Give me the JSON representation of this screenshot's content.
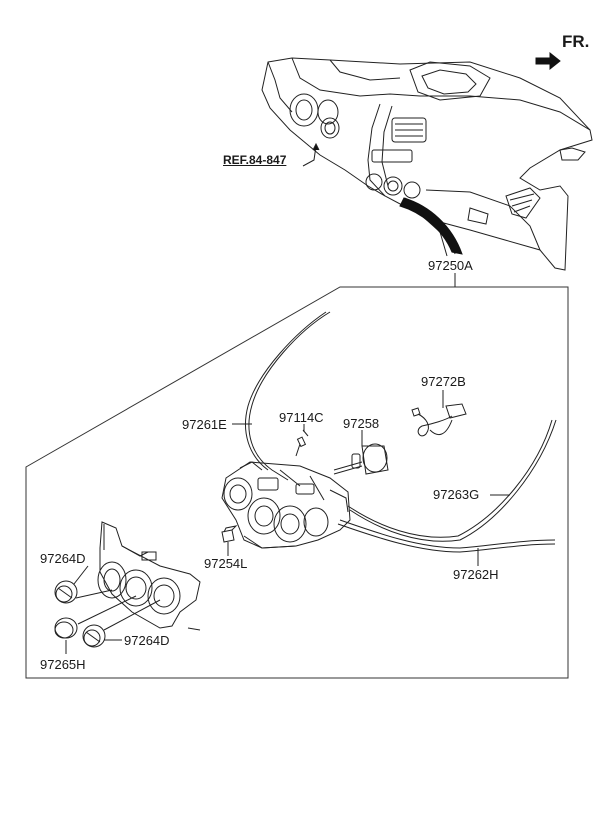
{
  "orientation": {
    "label": "FR."
  },
  "reference": {
    "label": "REF.84-847"
  },
  "parts": {
    "assembly": "97250A",
    "connector": "97272B",
    "cable_left": "97261E",
    "pin": "97114C",
    "actuator": "97258",
    "cable_right_upper": "97263G",
    "cable_right_lower": "97262H",
    "switch": "97254L",
    "knob_left": "97264D",
    "knob_right": "97264D",
    "knob_small": "97265H"
  }
}
